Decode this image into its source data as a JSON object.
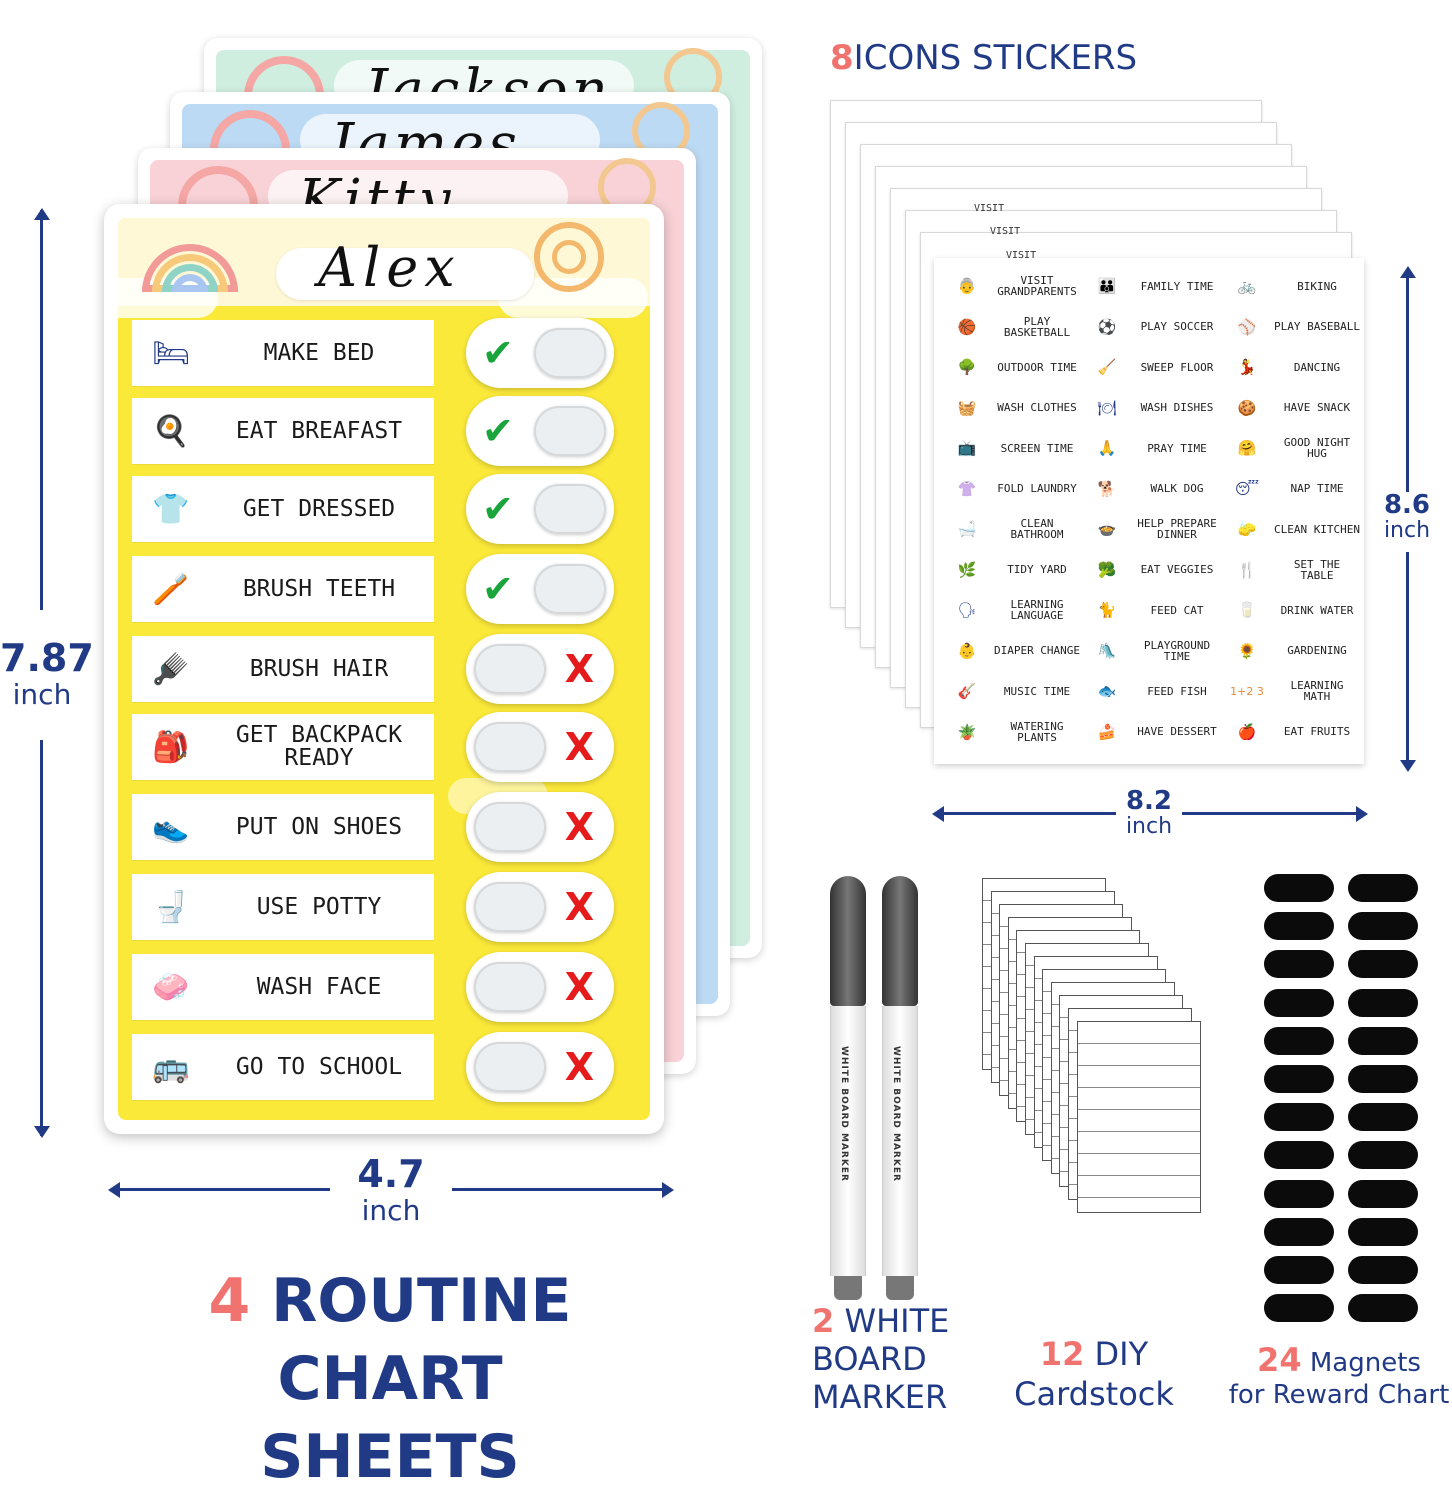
{
  "back_cards": [
    {
      "name": "Jackson",
      "color": "#cfeee0"
    },
    {
      "name": "James",
      "color": "#bcdaf3"
    },
    {
      "name": "Kitty",
      "color": "#f8d2d6"
    }
  ],
  "front_card": {
    "name": "Alex",
    "tasks": [
      {
        "label": "MAKE BED",
        "icon": "bed-icon",
        "glyph": "🛏",
        "done": true
      },
      {
        "label": "EAT BREAFAST",
        "icon": "breakfast-icon",
        "glyph": "🍳",
        "done": true
      },
      {
        "label": "GET DRESSED",
        "icon": "clothes-icon",
        "glyph": "👕",
        "done": true
      },
      {
        "label": "BRUSH TEETH",
        "icon": "toothbrush-icon",
        "glyph": "🪥",
        "done": true
      },
      {
        "label": "BRUSH HAIR",
        "icon": "hairbrush-icon",
        "glyph": "🪮",
        "done": false
      },
      {
        "label": "GET BACKPACK\nREADY",
        "icon": "backpack-icon",
        "glyph": "🎒",
        "done": false
      },
      {
        "label": "PUT ON SHOES",
        "icon": "shoes-icon",
        "glyph": "👟",
        "done": false
      },
      {
        "label": "USE POTTY",
        "icon": "potty-icon",
        "glyph": "🚽",
        "done": false
      },
      {
        "label": "WASH FACE",
        "icon": "wash-face-icon",
        "glyph": "🧼",
        "done": false
      },
      {
        "label": "GO TO SCHOOL",
        "icon": "school-bus-icon",
        "glyph": "🚌",
        "done": false
      }
    ],
    "check_mark": "✔",
    "cross_mark": "X"
  },
  "dims": {
    "card_height": {
      "value": "7.87",
      "unit": "inch"
    },
    "card_width": {
      "value": "4.7",
      "unit": "inch"
    },
    "sheet_height": {
      "value": "8.6",
      "unit": "inch"
    },
    "sheet_width": {
      "value": "8.2",
      "unit": "inch"
    }
  },
  "stickers_heading": {
    "num": "8",
    "text": "ICONS STICKERS"
  },
  "stickers": [
    {
      "label": "VISIT\nGRANDPARENTS",
      "glyph": "👵",
      "icon": "grandparents-icon"
    },
    {
      "label": "FAMILY TIME",
      "glyph": "👪",
      "icon": "family-icon"
    },
    {
      "label": "BIKING",
      "glyph": "🚲",
      "icon": "bike-icon"
    },
    {
      "label": "PLAY\nBASKETBALL",
      "glyph": "🏀",
      "icon": "basketball-icon"
    },
    {
      "label": "PLAY SOCCER",
      "glyph": "⚽",
      "icon": "soccer-icon"
    },
    {
      "label": "PLAY BASEBALL",
      "glyph": "⚾",
      "icon": "baseball-icon"
    },
    {
      "label": "OUTDOOR TIME",
      "glyph": "🌳",
      "icon": "outdoor-icon"
    },
    {
      "label": "SWEEP FLOOR",
      "glyph": "🧹",
      "icon": "broom-icon"
    },
    {
      "label": "DANCING",
      "glyph": "💃",
      "icon": "dance-icon"
    },
    {
      "label": "WASH CLOTHES",
      "glyph": "🧺",
      "icon": "laundry-icon"
    },
    {
      "label": "WASH DISHES",
      "glyph": "🍽",
      "icon": "dishes-icon"
    },
    {
      "label": "HAVE SNACK",
      "glyph": "🍪",
      "icon": "snack-icon"
    },
    {
      "label": "SCREEN TIME",
      "glyph": "📺",
      "icon": "screen-icon"
    },
    {
      "label": "PRAY TIME",
      "glyph": "🙏",
      "icon": "pray-icon"
    },
    {
      "label": "GOOD NIGHT\nHUG",
      "glyph": "🤗",
      "icon": "hug-icon"
    },
    {
      "label": "FOLD LAUNDRY",
      "glyph": "👚",
      "icon": "fold-laundry-icon"
    },
    {
      "label": "WALK DOG",
      "glyph": "🐕",
      "icon": "dog-icon"
    },
    {
      "label": "NAP TIME",
      "glyph": "😴",
      "icon": "nap-icon"
    },
    {
      "label": "CLEAN\nBATHROOM",
      "glyph": "🛁",
      "icon": "bathroom-icon"
    },
    {
      "label": "HELP PREPARE\nDINNER",
      "glyph": "🍲",
      "icon": "cooking-icon"
    },
    {
      "label": "CLEAN KITCHEN",
      "glyph": "🧽",
      "icon": "kitchen-icon"
    },
    {
      "label": "TIDY YARD",
      "glyph": "🌿",
      "icon": "yard-icon"
    },
    {
      "label": "EAT VEGGIES",
      "glyph": "🥦",
      "icon": "veggies-icon"
    },
    {
      "label": "SET THE\nTABLE",
      "glyph": "🍴",
      "icon": "table-icon"
    },
    {
      "label": "LEARNING\nLANGUAGE",
      "glyph": "🗣",
      "icon": "language-icon"
    },
    {
      "label": "FEED CAT",
      "glyph": "🐈",
      "icon": "cat-icon"
    },
    {
      "label": "DRINK WATER",
      "glyph": "🥛",
      "icon": "water-icon"
    },
    {
      "label": "DIAPER CHANGE",
      "glyph": "👶",
      "icon": "diaper-icon"
    },
    {
      "label": "PLAYGROUND\nTIME",
      "glyph": "🛝",
      "icon": "playground-icon"
    },
    {
      "label": "GARDENING",
      "glyph": "🌻",
      "icon": "garden-icon"
    },
    {
      "label": "MUSIC TIME",
      "glyph": "🎸",
      "icon": "music-icon"
    },
    {
      "label": "FEED FISH",
      "glyph": "🐟",
      "icon": "fish-icon"
    },
    {
      "label": "LEARNING\nMATH",
      "glyph": "1+2 3",
      "icon": "math-icon"
    },
    {
      "label": "WATERING\nPLANTS",
      "glyph": "🪴",
      "icon": "watering-icon"
    },
    {
      "label": "HAVE DESSERT",
      "glyph": "🍰",
      "icon": "dessert-icon"
    },
    {
      "label": "EAT FRUITS",
      "glyph": "🍎",
      "icon": "fruits-icon"
    }
  ],
  "sheet_partial_labels": [
    "VISIT",
    "VISIT",
    "VISIT"
  ],
  "marker_text": "WHITE BOARD MARKER",
  "captions": {
    "routine": {
      "num": "4",
      "line1": "ROUTINE",
      "line2": "CHART SHEETS"
    },
    "markers": {
      "num": "2",
      "line1": "WHITE",
      "line2": "BOARD",
      "line3": "MARKER"
    },
    "cardstock": {
      "num": "12",
      "line1": "DIY",
      "line2": "Cardstock"
    },
    "magnets": {
      "num": "24",
      "line1": "Magnets",
      "line2": "for Reward Chart"
    }
  },
  "colors": {
    "navy": "#213a85",
    "coral": "#f0736f",
    "yellow": "#fbe93a",
    "check": "#1aa53c",
    "cross": "#e51a1a"
  }
}
